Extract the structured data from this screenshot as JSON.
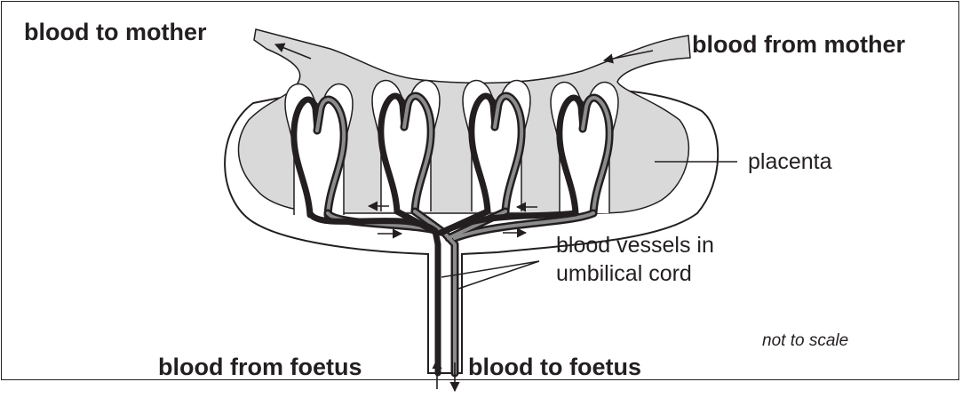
{
  "labels": {
    "blood_to_mother": "blood to mother",
    "blood_from_mother": "blood from mother",
    "placenta": "placenta",
    "vessels_line1": "blood vessels in",
    "vessels_line2": "umbilical cord",
    "not_to_scale": "not to scale",
    "blood_from_foetus": "blood from foetus",
    "blood_to_foetus": "blood to foetus"
  },
  "colors": {
    "ink": "#231f20",
    "placenta_fill": "#d9d9d9",
    "dark_vessel": "#231f20",
    "light_vessel": "#8c8c8c"
  }
}
